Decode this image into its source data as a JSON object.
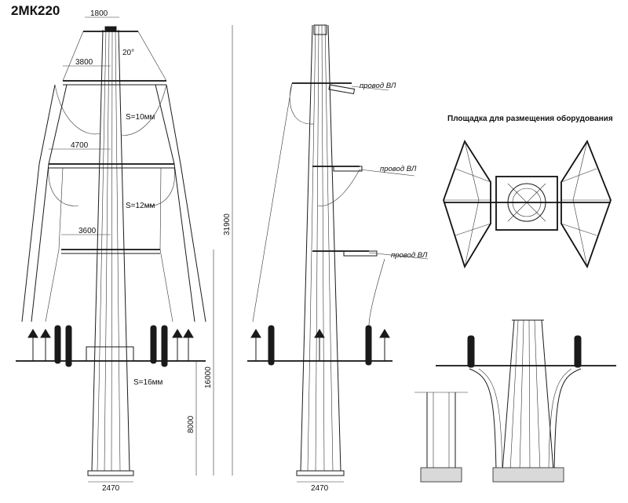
{
  "title": "2МК220",
  "dimensions": {
    "top_width": "1800",
    "arm1": "3800",
    "arm2": "4700",
    "arm3": "3600",
    "base_front": "2470",
    "base_side": "2470",
    "total_height": "31900",
    "h_16000": "16000",
    "h_8000": "8000",
    "angle": "20°"
  },
  "wall_thickness": {
    "s1": "S=10мм",
    "s2": "S=12мм",
    "s3": "S=16мм"
  },
  "labels": {
    "wire1": "провод ВЛ",
    "wire2": "провод ВЛ",
    "wire3": "провод ВЛ",
    "platform_caption": "Площадка для размещения оборудования"
  }
}
